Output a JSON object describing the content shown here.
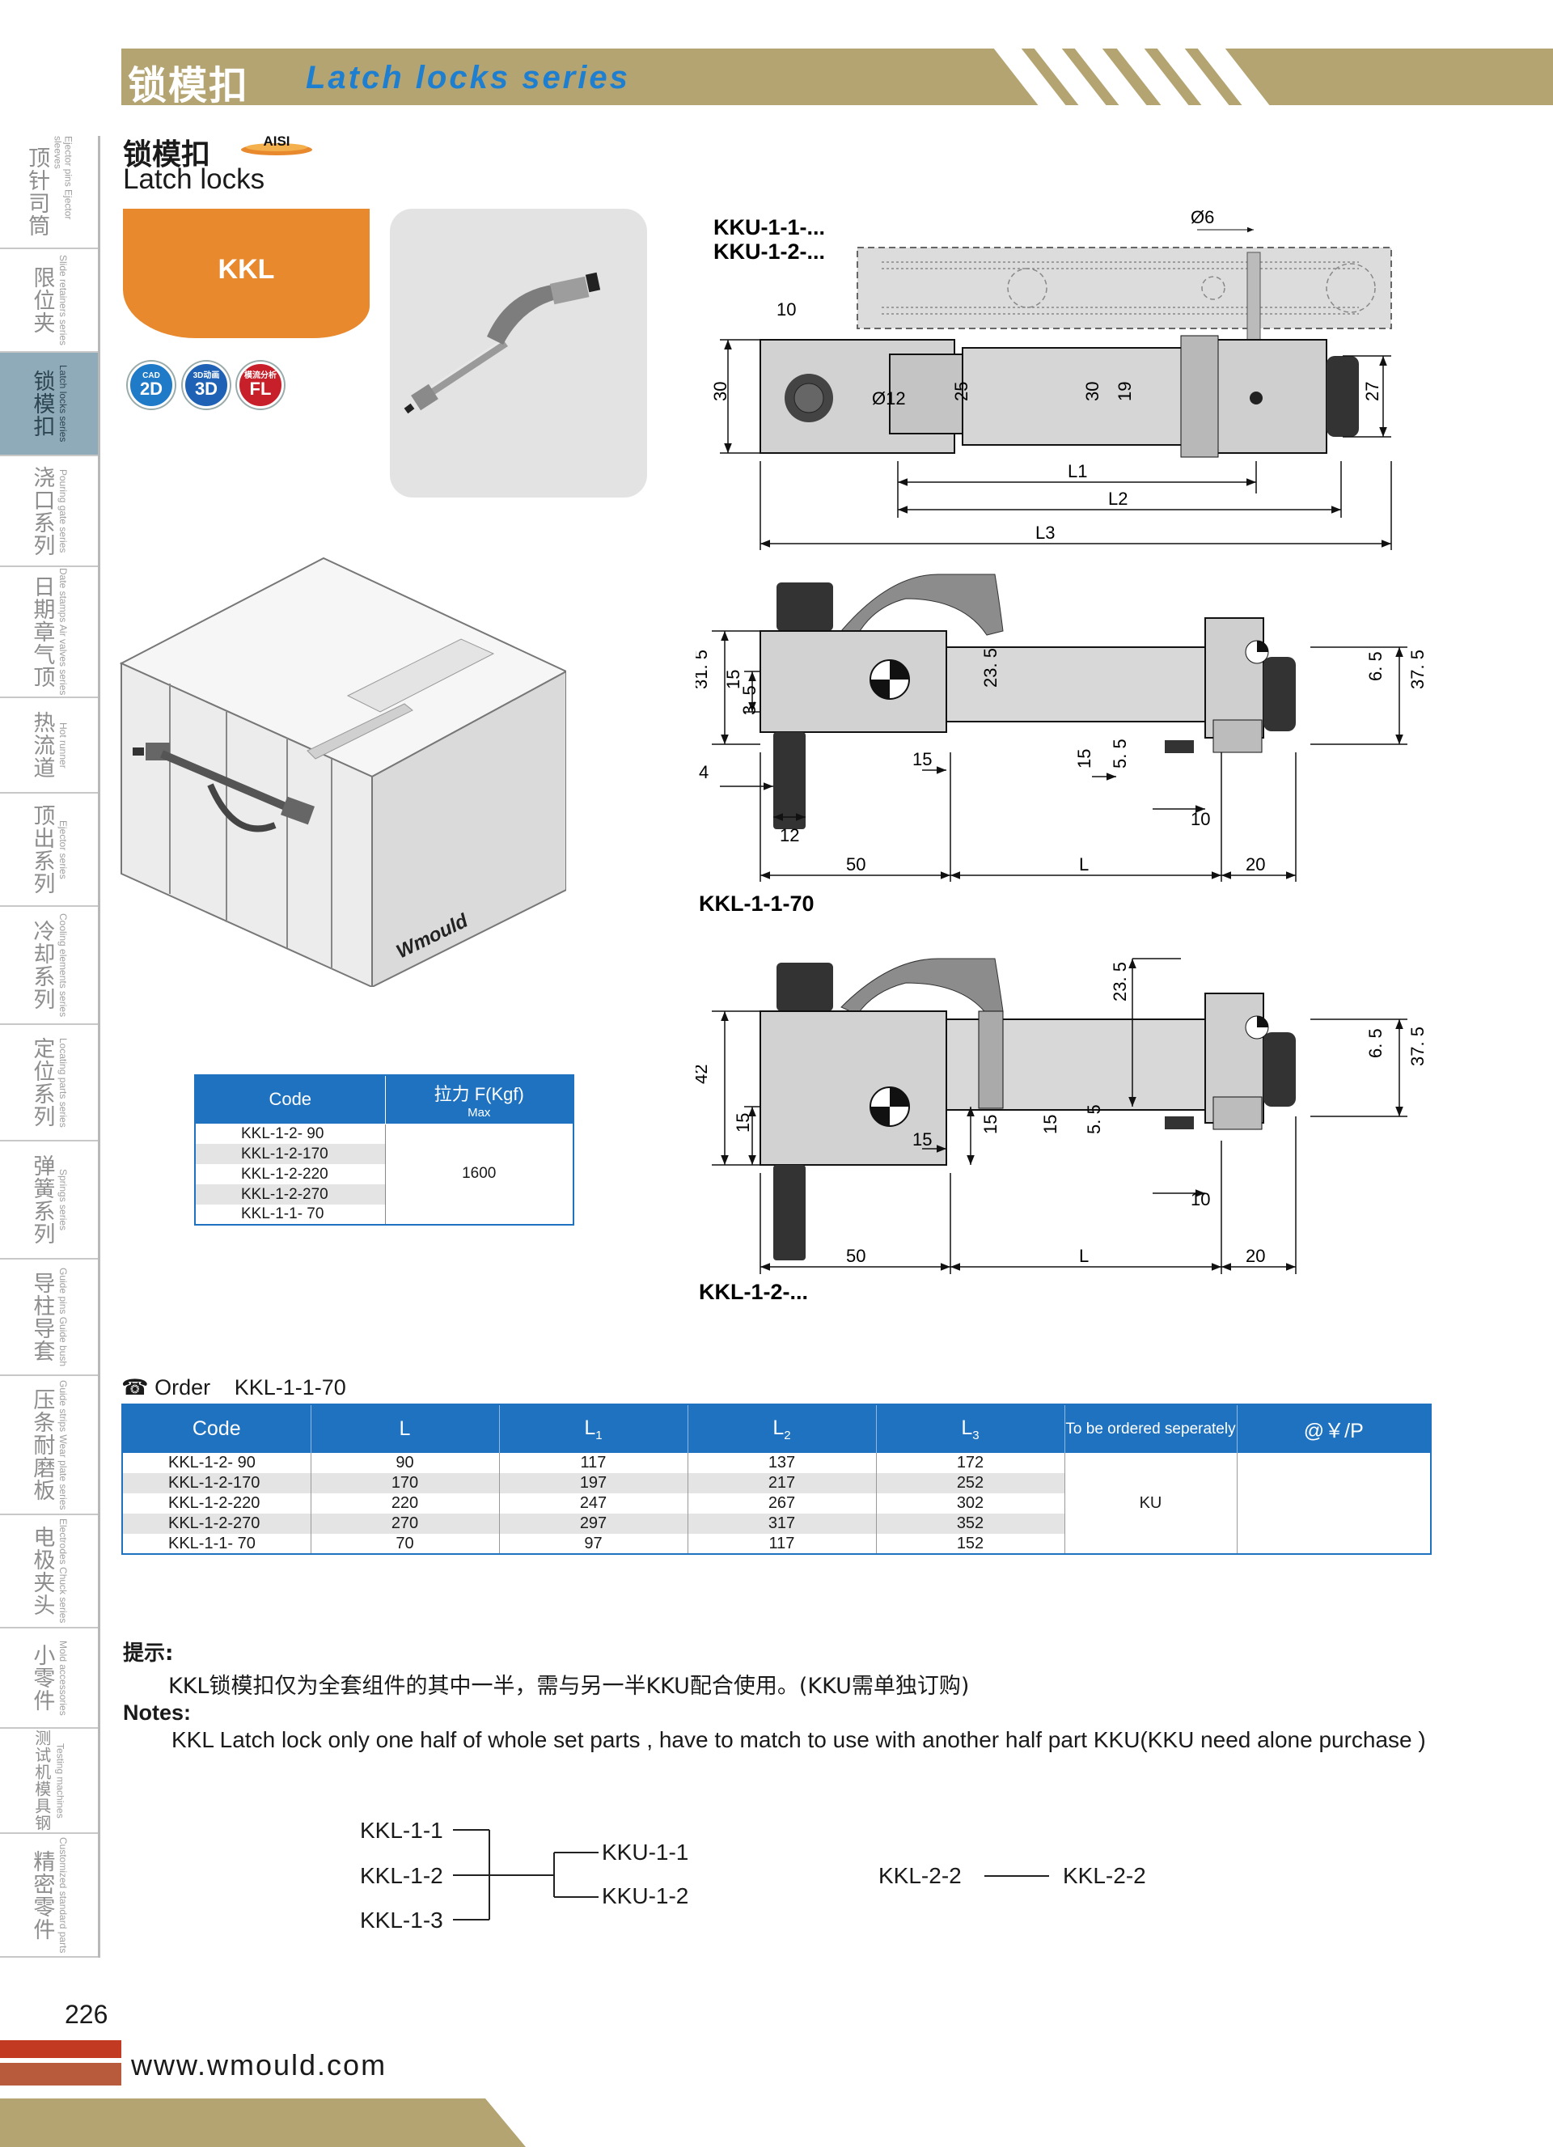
{
  "header": {
    "title_cn": "锁模扣",
    "title_en": "Latch locks series"
  },
  "sidebar": {
    "items": [
      {
        "cn": "顶针司筒",
        "en": "Ejector pins Ejector sleeves",
        "active": false
      },
      {
        "cn": "限位夹",
        "en": "Slide retainers series",
        "active": false
      },
      {
        "cn": "锁模扣",
        "en": "Latch locks series",
        "active": true
      },
      {
        "cn": "浇口系列",
        "en": "Pouring gate series",
        "active": false
      },
      {
        "cn": "日期章气顶",
        "en": "Date stamps Air valves series",
        "active": false
      },
      {
        "cn": "热流道",
        "en": "Hot runner",
        "active": false
      },
      {
        "cn": "顶出系列",
        "en": "Ejector series",
        "active": false
      },
      {
        "cn": "冷却系列",
        "en": "Cooling elements series",
        "active": false
      },
      {
        "cn": "定位系列",
        "en": "Locating parts series",
        "active": false
      },
      {
        "cn": "弹簧系列",
        "en": "Springs series",
        "active": false
      },
      {
        "cn": "导柱导套",
        "en": "Guide pins Guide bush",
        "active": false
      },
      {
        "cn": "压条耐磨板",
        "en": "Guide strips Wear plate series",
        "active": false
      },
      {
        "cn": "电极夹头",
        "en": "Electrodes Chuck series",
        "active": false
      },
      {
        "cn": "小零件",
        "en": "Mold accessories",
        "active": false
      },
      {
        "cn": "测试机模具钢",
        "en": "Testing machines",
        "active": false
      },
      {
        "cn": "精密零件",
        "en": "Customized standard parts",
        "active": false
      }
    ]
  },
  "product": {
    "title_cn": "锁模扣",
    "badge_aisi": "AISI",
    "title_en": "Latch locks",
    "tab_label": "KKL",
    "badges": [
      {
        "top": "CAD",
        "main": "2D",
        "color": "#1f7ac8"
      },
      {
        "top": "3D动画",
        "main": "3D",
        "color": "#1f62b5"
      },
      {
        "top": "模流分析",
        "main": "FL",
        "color": "#c8202a"
      }
    ]
  },
  "mold_label": "Wmould",
  "drawings": {
    "kku_labels": [
      "KKU-1-1-...",
      "KKU-1-2-..."
    ],
    "top_dims": {
      "d6": "Ø6",
      "d10": "10",
      "d12": "Ø12",
      "d25": "25",
      "d30a": "30",
      "d30b": "30",
      "d19": "19",
      "d27": "27",
      "l1": "L1",
      "l2": "L2",
      "l3": "L3"
    },
    "view1_label": "KKL-1-1-70",
    "view1_dims": {
      "d31_5": "31. 5",
      "d15": "15",
      "d3_5": "3. 5",
      "d4": "4",
      "d12": "12",
      "d23_5": "23. 5",
      "d15b": "15",
      "d15c": "15",
      "d5_5": "5. 5",
      "d10": "10",
      "d6_5": "6. 5",
      "d37_5": "37. 5",
      "d50": "50",
      "dL": "L",
      "d20": "20"
    },
    "view2_label": "KKL-1-2-...",
    "view2_dims": {
      "d42": "42",
      "d15": "15",
      "d15b": "15",
      "d15c": "15",
      "d15d": "15",
      "d23_5": "23. 5",
      "d5_5": "5. 5",
      "d10": "10",
      "d6_5": "6. 5",
      "d37_5": "37. 5",
      "d50": "50",
      "dL": "L",
      "d20": "20"
    }
  },
  "force_table": {
    "headers": {
      "code": "Code",
      "force": "拉力 F(Kgf)",
      "force_sub": "Max"
    },
    "codes": [
      "KKL-1-2-  90",
      "KKL-1-2-170",
      "KKL-1-2-220",
      "KKL-1-2-270",
      "KKL-1-1-  70"
    ],
    "value": "1600"
  },
  "order": {
    "label": "Order",
    "example": "KKL-1-1-70",
    "headers": {
      "code": "Code",
      "l": "L",
      "l1": "L",
      "l1_sub": "1",
      "l2": "L",
      "l2_sub": "2",
      "l3": "L",
      "l3_sub": "3",
      "ordered": "To be ordered seperately",
      "price": "@￥/P"
    },
    "rows": [
      {
        "code": "KKL-1-2-  90",
        "l": "90",
        "l1": "117",
        "l2": "137",
        "l3": "172"
      },
      {
        "code": "KKL-1-2-170",
        "l": "170",
        "l1": "197",
        "l2": "217",
        "l3": "252"
      },
      {
        "code": "KKL-1-2-220",
        "l": "220",
        "l1": "247",
        "l2": "267",
        "l3": "302"
      },
      {
        "code": "KKL-1-2-270",
        "l": "270",
        "l1": "297",
        "l2": "317",
        "l3": "352"
      },
      {
        "code": "KKL-1-1-  70",
        "l": "70",
        "l1": "97",
        "l2": "117",
        "l3": "152"
      }
    ],
    "ordered_value": "KU"
  },
  "notes": {
    "hint_heading": "提示:",
    "hint_text": "KKL锁模扣仅为全套组件的其中一半，需与另一半KKU配合使用。(KKU需单独订购)",
    "notes_heading": "Notes:",
    "notes_text": "KKL Latch lock only one half of whole set parts , have to match to use with another half part KKU(KKU need alone purchase )"
  },
  "pairing": {
    "left": [
      "KKL-1-1",
      "KKL-1-2",
      "KKL-1-3"
    ],
    "right": [
      "KKU-1-1",
      "KKU-1-2"
    ],
    "single_left": "KKL-2-2",
    "single_right": "KKL-2-2"
  },
  "footer": {
    "page": "226",
    "url": "www.wmould.com"
  },
  "colors": {
    "gold": "#b4a472",
    "blue": "#1f72bf",
    "orange": "#e8892e",
    "sidebar_active": "#8faab9"
  }
}
